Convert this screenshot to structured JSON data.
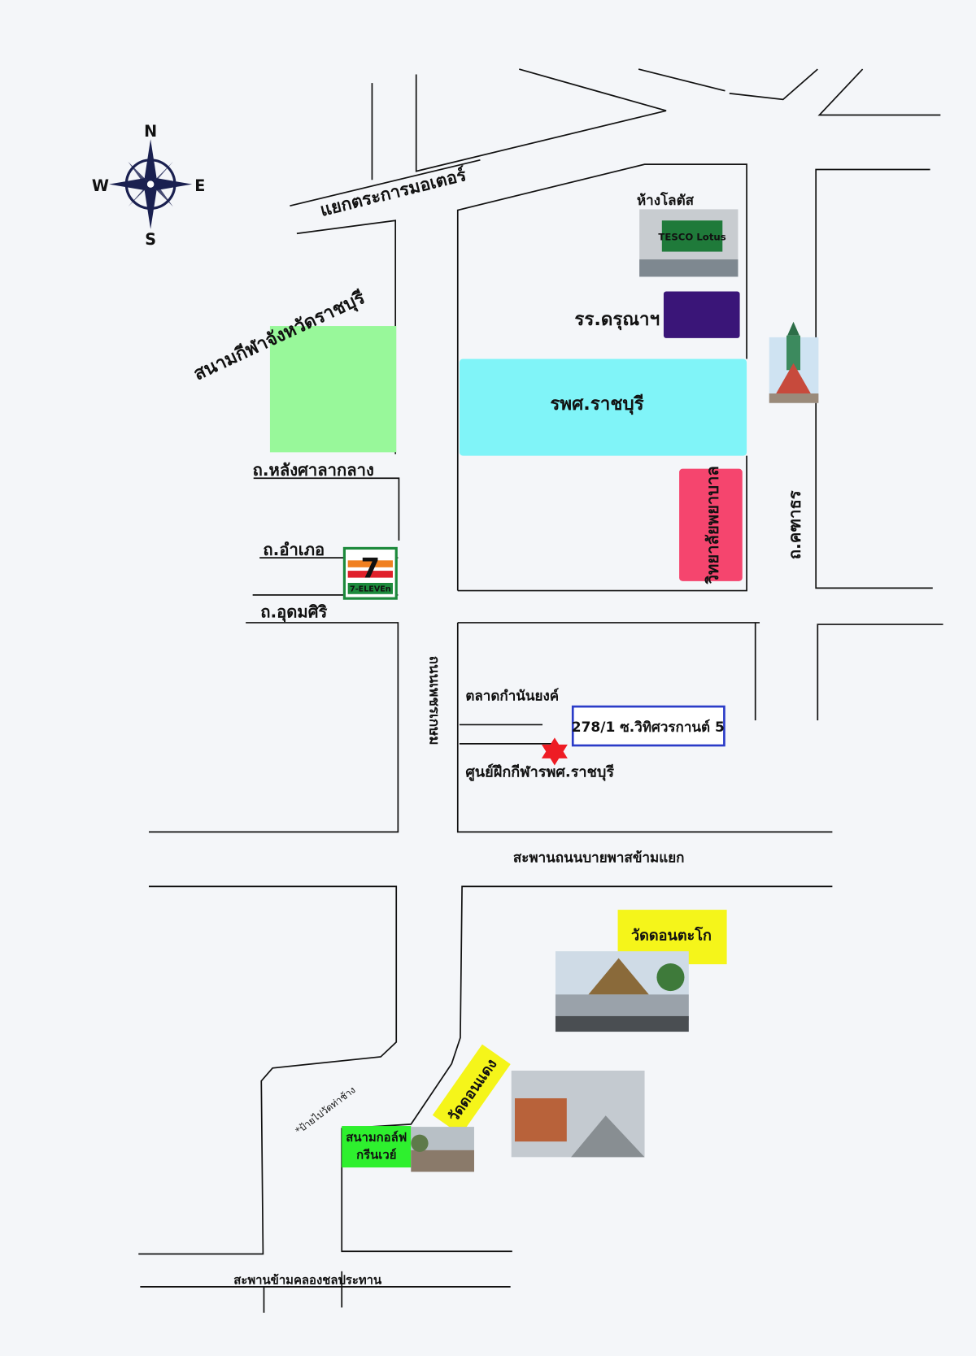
{
  "compass": {
    "n": "N",
    "s": "S",
    "e": "E",
    "w": "W"
  },
  "labels": {
    "intersection": "แยกตระการมอเตอร์",
    "stadium": "สนามกีฬาจังหวัดราชบุรี",
    "lotus": "ห้างโลตัส",
    "lotus_sign": "TESCO Lotus",
    "school": "รร.ดรุณาฯ",
    "hospital": "รพศ.ราชบุรี",
    "nursing_college": "วิทยาลัยพยาบาล",
    "road_khatathon": "ถ.คฑาธร",
    "road_lang_sala": "ถ.หลังศาลากลาง",
    "road_amphoe": "ถ.อำเภอ",
    "road_udomsiri": "ถ.อุดมศิริ",
    "seven_eleven": "7-ELEVEn",
    "road_phetkasem": "ถนนเพชรเกษม",
    "market": "ตลาดกำนันยงค์",
    "address": "278/1 ซ.วิทิศวรกานต์ 5",
    "sports_center": "ศูนย์ฝึกกีฬารพศ.ราชบุรี",
    "bypass_bridge": "สะพานถนนบายพาสข้ามแยก",
    "wat_don_tako": "วัดดอนตะโก",
    "wat_don_daeng": "วัดดอนแดง",
    "tha_chang_sign": "*ป้ายไปวัดท่าช้าง",
    "golf_course": "สนามกอล์ฟ กรีนเวย์",
    "golf_line1": "สนามกอล์ฟ",
    "golf_line2": "กรีนเวย์",
    "canal_bridge": "สะพานข้ามคลองชลประทาน"
  },
  "colors": {
    "stadium": "#98f89a",
    "hospital": "#80f4f8",
    "school": "#3a1578",
    "nursing_college": "#f5456e",
    "address_box": "#2b3cc8",
    "address_text": "#e0202a",
    "star": "#ee1c24",
    "highlight_yellow": "#f5f51a",
    "golf_green": "#2ef02e",
    "red_text": "#e0202a"
  }
}
